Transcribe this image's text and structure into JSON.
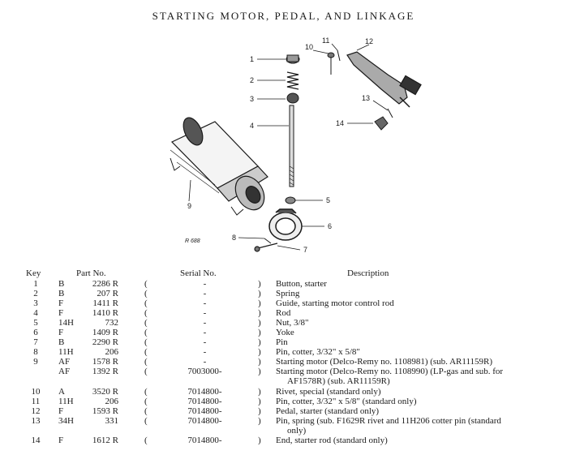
{
  "title": "STARTING MOTOR, PEDAL, AND LINKAGE",
  "figure_ref": "R 688",
  "callouts": [
    "1",
    "2",
    "3",
    "4",
    "5",
    "6",
    "7",
    "8",
    "9",
    "10",
    "11",
    "12",
    "13",
    "14"
  ],
  "table": {
    "headers": {
      "key": "Key",
      "part_no": "Part No.",
      "serial_no": "Serial No.",
      "description": "Description"
    },
    "rows": [
      {
        "key": "1",
        "grp": "B",
        "part": "2286 R",
        "lp": "(",
        "serial": "-",
        "rp": ")",
        "desc": "Button, starter"
      },
      {
        "key": "2",
        "grp": "B",
        "part": "207 R",
        "lp": "(",
        "serial": "-",
        "rp": ")",
        "desc": "Spring"
      },
      {
        "key": "3",
        "grp": "F",
        "part": "1411 R",
        "lp": "(",
        "serial": "-",
        "rp": ")",
        "desc": "Guide, starting motor control rod"
      },
      {
        "key": "4",
        "grp": "F",
        "part": "1410 R",
        "lp": "(",
        "serial": "-",
        "rp": ")",
        "desc": "Rod"
      },
      {
        "key": "5",
        "grp": "14H",
        "part": "732",
        "lp": "(",
        "serial": "-",
        "rp": ")",
        "desc": "Nut, 3/8\""
      },
      {
        "key": "6",
        "grp": "F",
        "part": "1409 R",
        "lp": "(",
        "serial": "-",
        "rp": ")",
        "desc": "Yoke"
      },
      {
        "key": "7",
        "grp": "B",
        "part": "2290 R",
        "lp": "(",
        "serial": "-",
        "rp": ")",
        "desc": "Pin"
      },
      {
        "key": "8",
        "grp": "11H",
        "part": "206",
        "lp": "(",
        "serial": "-",
        "rp": ")",
        "desc": "Pin, cotter, 3/32\" x 5/8\""
      },
      {
        "key": "9",
        "grp": "AF",
        "part": "1578 R",
        "lp": "(",
        "serial": "-",
        "rp": ")",
        "desc": "Starting motor (Delco-Remy no. 1108981) (sub. AR11159R)"
      },
      {
        "key": "",
        "grp": "AF",
        "part": "1392 R",
        "lp": "(",
        "serial": "7003000-",
        "rp": ")",
        "desc": "Starting motor (Delco-Remy no. 1108990) (LP-gas and sub. for"
      },
      {
        "key": "",
        "grp": "",
        "part": "",
        "lp": "",
        "serial": "",
        "rp": "",
        "desc": "AF1578R) (sub. AR11159R)"
      },
      {
        "key": "10",
        "grp": "A",
        "part": "3520 R",
        "lp": "(",
        "serial": "7014800-",
        "rp": ")",
        "desc": "Rivet, special (standard only)"
      },
      {
        "key": "11",
        "grp": "11H",
        "part": "206",
        "lp": "(",
        "serial": "7014800-",
        "rp": ")",
        "desc": "Pin, cotter, 3/32\" x 5/8\" (standard only)"
      },
      {
        "key": "12",
        "grp": "F",
        "part": "1593 R",
        "lp": "(",
        "serial": "7014800-",
        "rp": ")",
        "desc": "Pedal, starter (standard only)"
      },
      {
        "key": "13",
        "grp": "34H",
        "part": "331",
        "lp": "(",
        "serial": "7014800-",
        "rp": ")",
        "desc": "Pin, spring (sub. F1629R rivet and 11H206 cotter pin (standard"
      },
      {
        "key": "",
        "grp": "",
        "part": "",
        "lp": "",
        "serial": "",
        "rp": "",
        "desc": "only)"
      },
      {
        "key": "14",
        "grp": "F",
        "part": "1612 R",
        "lp": "(",
        "serial": "7014800-",
        "rp": ")",
        "desc": "End, starter rod (standard only)"
      }
    ]
  }
}
